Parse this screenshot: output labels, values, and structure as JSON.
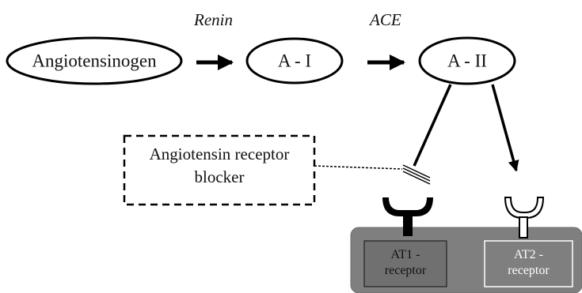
{
  "enzymes": {
    "renin": "Renin",
    "ace": "ACE"
  },
  "nodes": {
    "angiotensinogen": "Angiotensinogen",
    "a1": "A - I",
    "a2": "A - II"
  },
  "blocker": {
    "line1": "Angiotensin receptor",
    "line2": "blocker"
  },
  "receptors": {
    "at1_line1": "AT1 -",
    "at1_line2": "receptor",
    "at2_line1": "AT2 -",
    "at2_line2": "receptor"
  },
  "colors": {
    "membrane": "#7f7f7f",
    "membrane_edge": "#6e6e6e",
    "at1_box": "#707070",
    "at1_text": "#111111",
    "at2_box": "#7f7f7f",
    "at2_text": "#ffffff",
    "line": "#000000"
  }
}
